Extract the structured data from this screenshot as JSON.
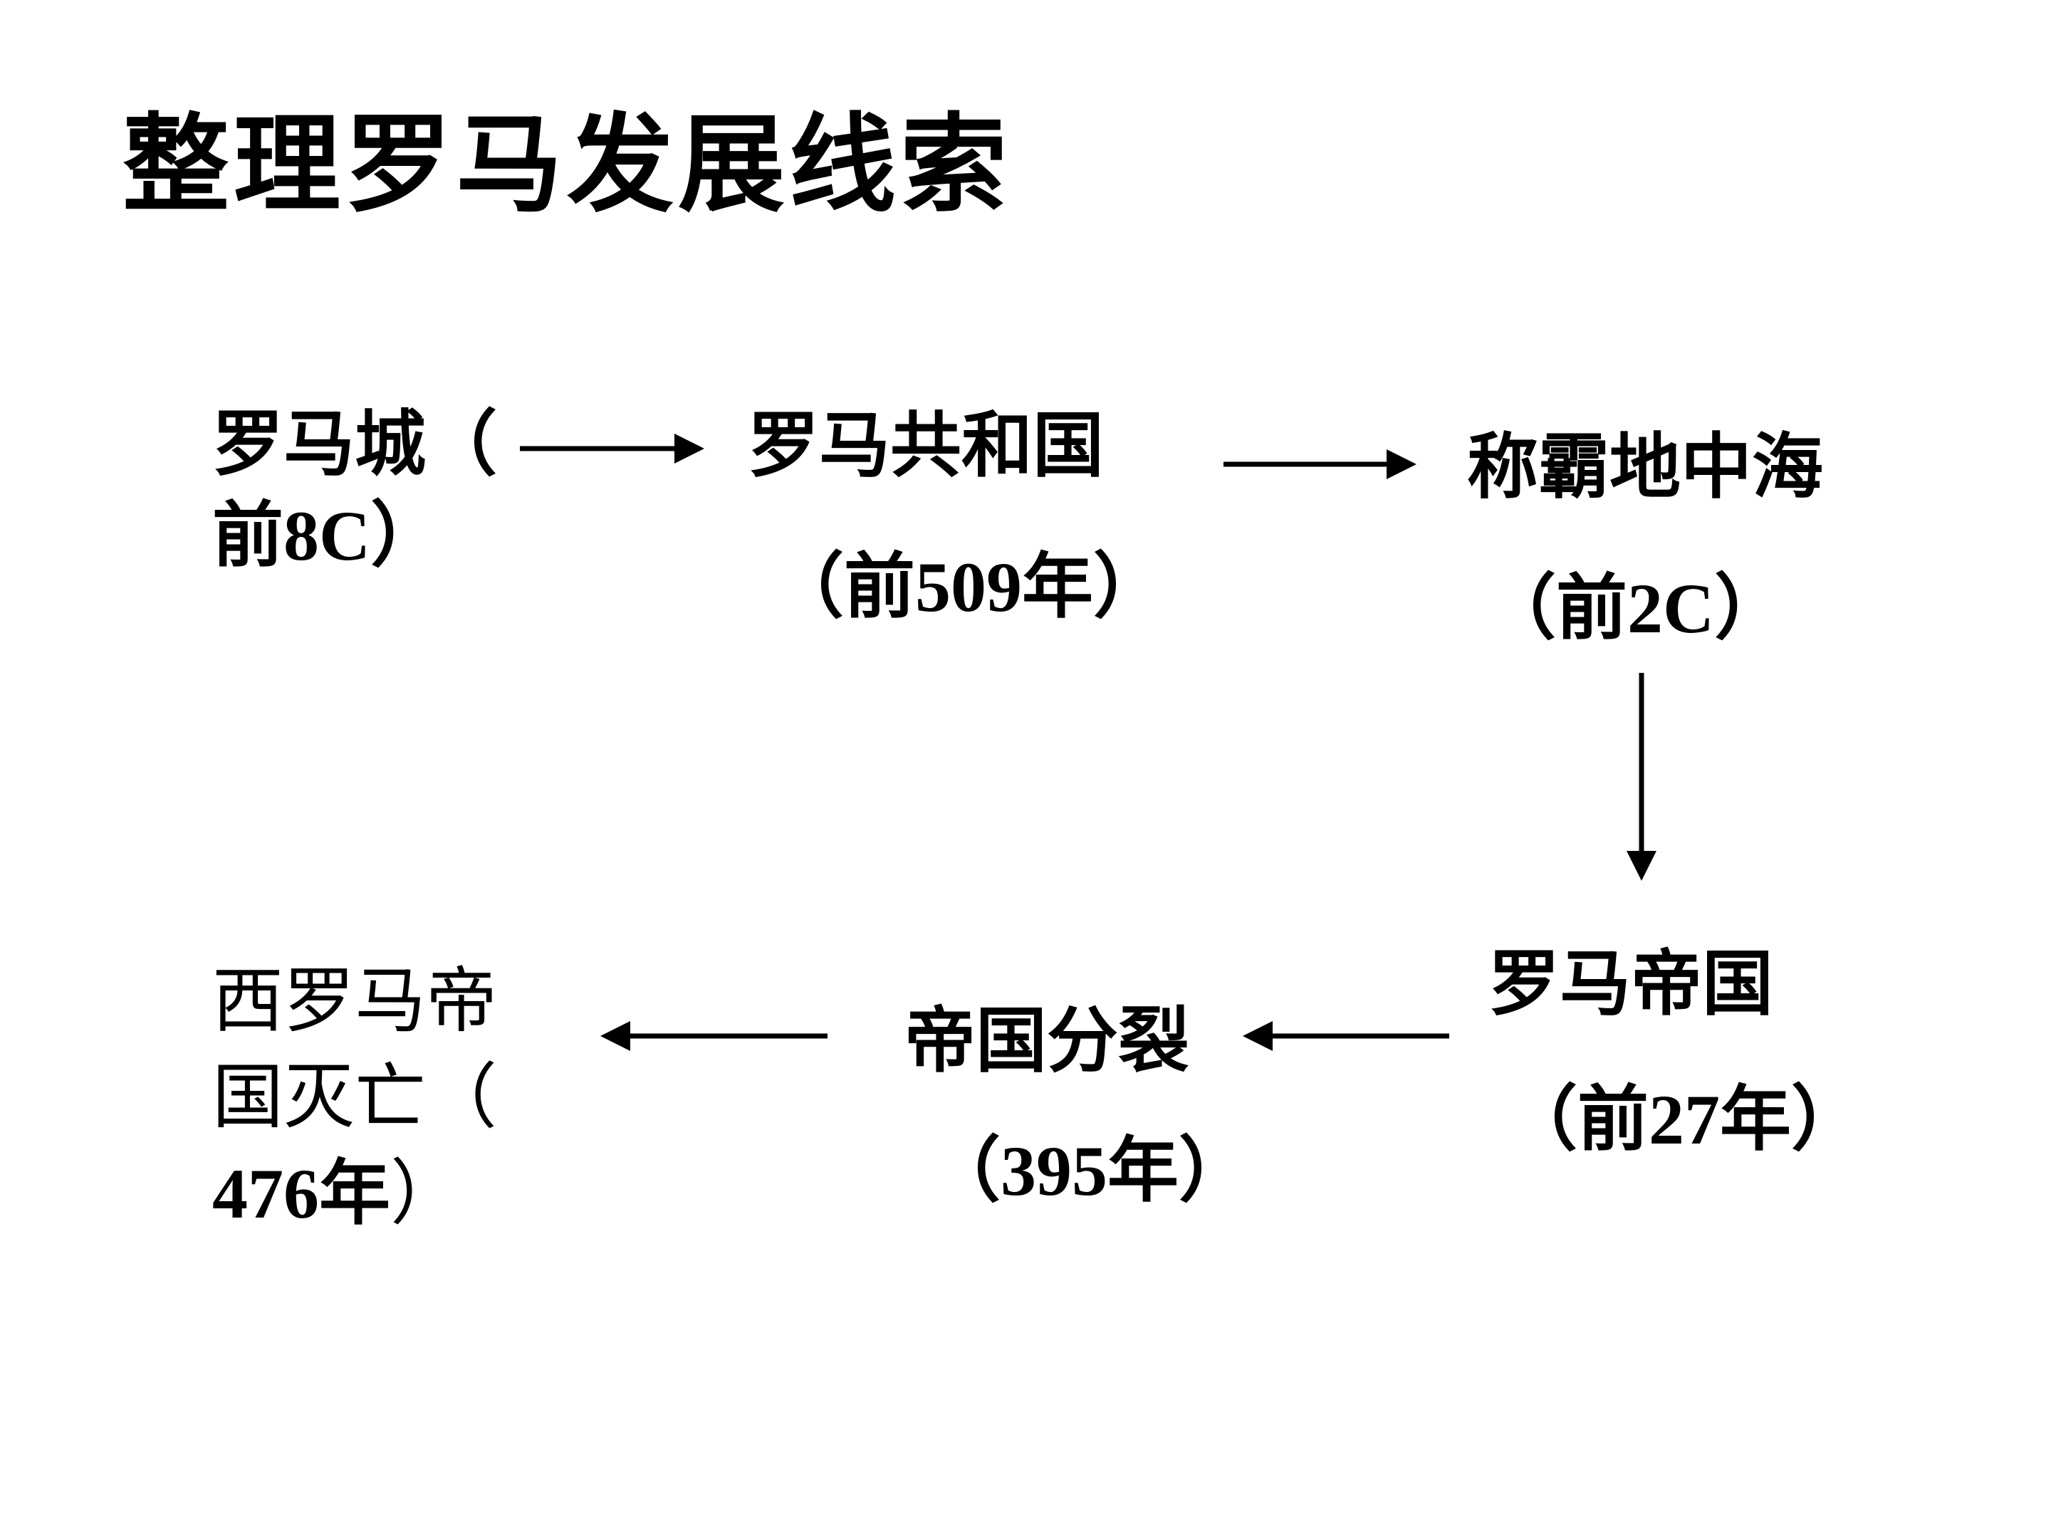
{
  "title": "整理罗马发展线索",
  "nodes": {
    "rome_city": {
      "line1": "罗马城（",
      "line2_cjk": "前",
      "line2_lat": "8C",
      "line2_end": "）"
    },
    "republic": {
      "name": "罗马共和国",
      "date_open": "（前",
      "date_lat": "509",
      "date_close": "年）"
    },
    "mediterranean": {
      "name": "称霸地中海",
      "date_open": "（前",
      "date_lat": "2C",
      "date_close": "）"
    },
    "empire": {
      "name": "罗马帝国",
      "date_open": "（前",
      "date_lat": "27",
      "date_close": "年）"
    },
    "split": {
      "name": "帝国分裂",
      "date_open": "（",
      "date_lat": "395",
      "date_close": "年）"
    },
    "fall": {
      "line1": "西罗马帝",
      "line2": "国灭亡（",
      "line3_lat": "476",
      "line3_cjk": "年",
      "line3_end": "）"
    }
  }
}
